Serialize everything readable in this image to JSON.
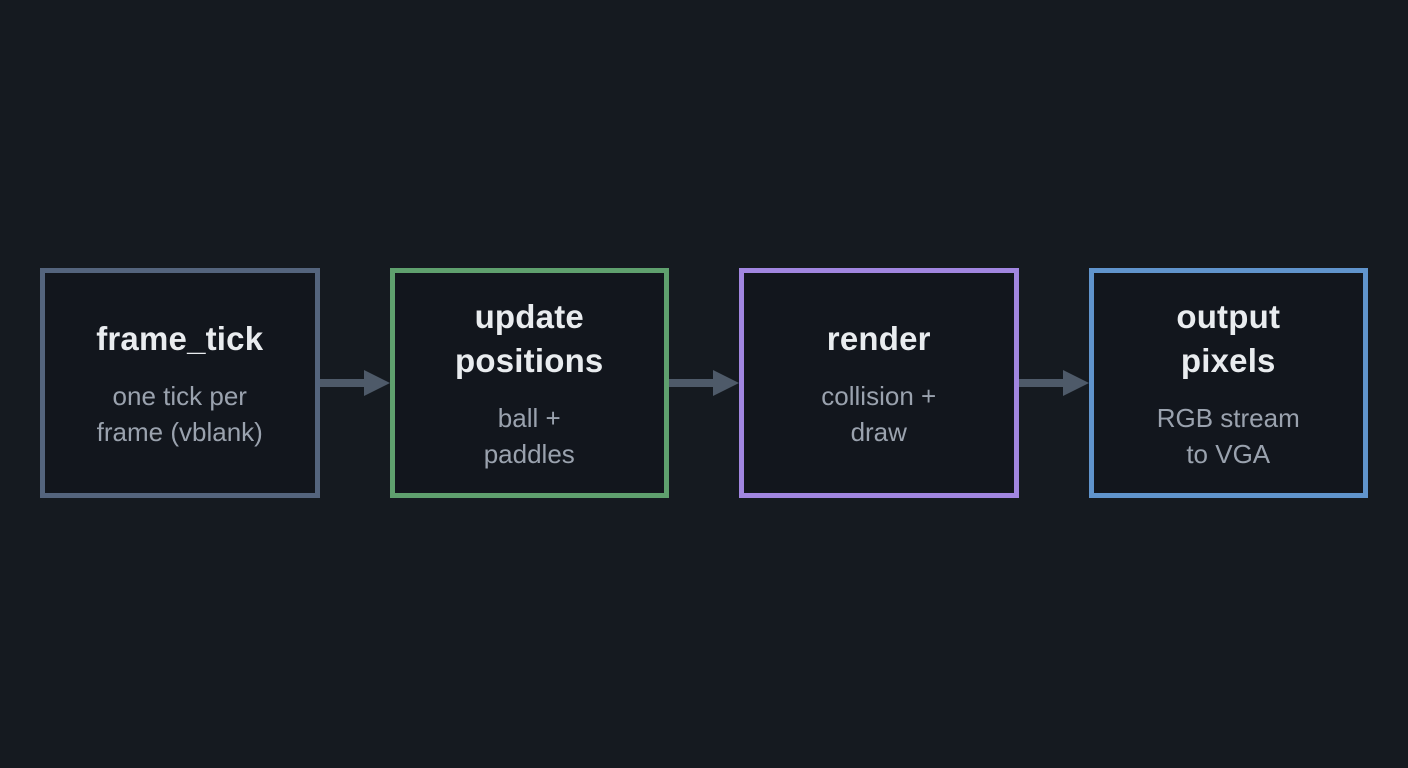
{
  "diagram": {
    "background": "#151a20",
    "node_background": "#12161d",
    "title_color": "#e9ecef",
    "subtitle_color": "#9aa2ae",
    "arrow_color": "#4e5a69",
    "nodes": [
      {
        "title": "frame_tick",
        "title_lines": [
          "frame_tick"
        ],
        "subtitle": "one tick per frame (vblank)",
        "subtitle_lines": [
          "one tick per",
          "frame (vblank)"
        ],
        "border_color": "#54647d"
      },
      {
        "title": "update positions",
        "title_lines": [
          "update",
          "positions"
        ],
        "subtitle": "ball + paddles",
        "subtitle_lines": [
          "ball +",
          "paddles"
        ],
        "border_color": "#5fa06e"
      },
      {
        "title": "render",
        "title_lines": [
          "render"
        ],
        "subtitle": "collision + draw",
        "subtitle_lines": [
          "collision +",
          "draw"
        ],
        "border_color": "#a186e0"
      },
      {
        "title": "output pixels",
        "title_lines": [
          "output",
          "pixels"
        ],
        "subtitle": "RGB stream to VGA",
        "subtitle_lines": [
          "RGB stream",
          "to VGA"
        ],
        "border_color": "#6094cc"
      }
    ]
  }
}
